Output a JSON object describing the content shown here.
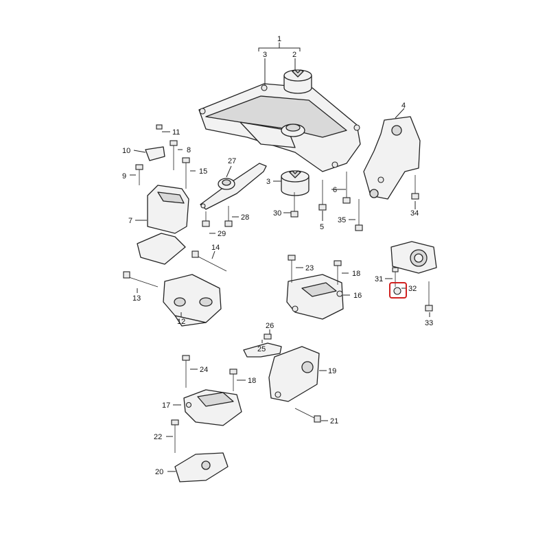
{
  "diagram": {
    "callouts": [
      {
        "id": "c1",
        "text": "1"
      },
      {
        "id": "c2",
        "text": "2"
      },
      {
        "id": "c3a",
        "text": "3"
      },
      {
        "id": "c3b",
        "text": "3"
      },
      {
        "id": "c4",
        "text": "4"
      },
      {
        "id": "c5",
        "text": "5"
      },
      {
        "id": "c6",
        "text": "6"
      },
      {
        "id": "c7",
        "text": "7"
      },
      {
        "id": "c8",
        "text": "8"
      },
      {
        "id": "c9",
        "text": "9"
      },
      {
        "id": "c10",
        "text": "10"
      },
      {
        "id": "c11",
        "text": "11"
      },
      {
        "id": "c12",
        "text": "12"
      },
      {
        "id": "c13",
        "text": "13"
      },
      {
        "id": "c14",
        "text": "14"
      },
      {
        "id": "c15",
        "text": "15"
      },
      {
        "id": "c16",
        "text": "16"
      },
      {
        "id": "c17",
        "text": "17"
      },
      {
        "id": "c18a",
        "text": "18"
      },
      {
        "id": "c18b",
        "text": "18"
      },
      {
        "id": "c19",
        "text": "19"
      },
      {
        "id": "c20",
        "text": "20"
      },
      {
        "id": "c21",
        "text": "21"
      },
      {
        "id": "c22",
        "text": "22"
      },
      {
        "id": "c23",
        "text": "23"
      },
      {
        "id": "c24",
        "text": "24"
      },
      {
        "id": "c25",
        "text": "25"
      },
      {
        "id": "c26",
        "text": "26"
      },
      {
        "id": "c27",
        "text": "27"
      },
      {
        "id": "c28",
        "text": "28"
      },
      {
        "id": "c29",
        "text": "29"
      },
      {
        "id": "c30",
        "text": "30"
      },
      {
        "id": "c31",
        "text": "31"
      },
      {
        "id": "c32",
        "text": "32"
      },
      {
        "id": "c33",
        "text": "33"
      },
      {
        "id": "c34",
        "text": "34"
      },
      {
        "id": "c35",
        "text": "35"
      }
    ],
    "highlight_color": "#d0201e"
  }
}
